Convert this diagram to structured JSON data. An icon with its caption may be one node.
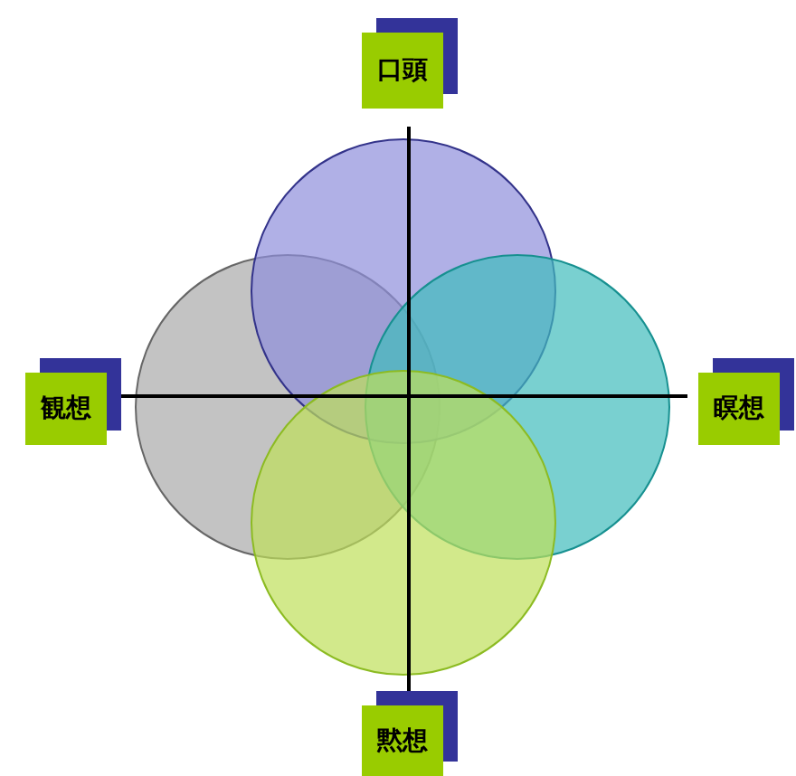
{
  "diagram": {
    "nodes": [
      {
        "text": [
          "口頭"
        ]
      },
      {
        "text": [
          "観想"
        ]
      },
      {
        "text": [
          "瞑想"
        ]
      },
      {
        "text": [
          "黙想"
        ]
      },
      {
        "text": [],
        "shape": "circle"
      },
      {
        "text": [],
        "shape": "circle"
      },
      {
        "text": [],
        "shape": "circle"
      },
      {
        "text": [],
        "shape": "circle"
      }
    ]
  }
}
